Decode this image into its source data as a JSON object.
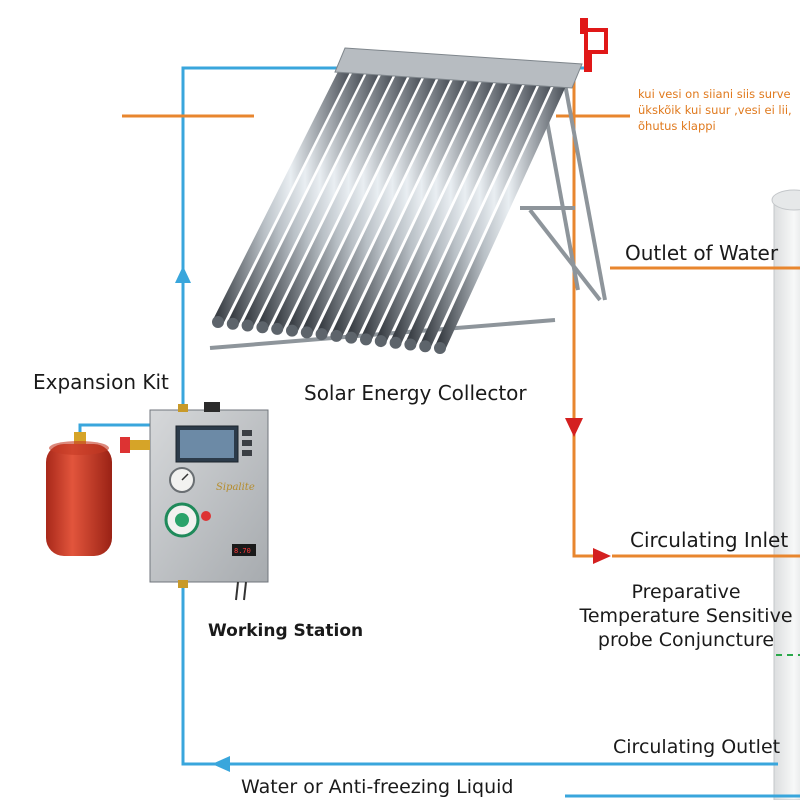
{
  "labels": {
    "expansion_kit": "Expansion Kit",
    "solar_collector": "Solar Energy Collector",
    "outlet_of_water": "Outlet of Water",
    "circulating_inlet": "Circulating Inlet",
    "preparative_line1": "Preparative",
    "preparative_line2": "Temperature Sensitive",
    "preparative_line3": "probe Conjuncture",
    "working_station": "Working Station",
    "circulating_outlet": "Circulating Outlet",
    "water_liquid": "Water or Anti-freezing Liquid"
  },
  "note": {
    "line1": "kui vesi on siiani siis surve",
    "line2": "ükskõik kui suur ,vesi ei lii,",
    "line3": "õhutus klappi"
  },
  "controller": {
    "brand": "Sipalite",
    "display": "8.70"
  },
  "colors": {
    "cold_pipe": "#39a6dc",
    "hot_pipe": "#e8862e",
    "hot_arrow": "#d42020",
    "orange_marker": "#e8862e",
    "expansion_tank": "#d8402a",
    "relief_valve": "#e01818"
  },
  "icons": {
    "expansion_tank": "red-pressure-vessel",
    "relief_valve": "air-relief-valve",
    "controller": "pump-station-box",
    "collector": "evacuated-tube-collector"
  }
}
